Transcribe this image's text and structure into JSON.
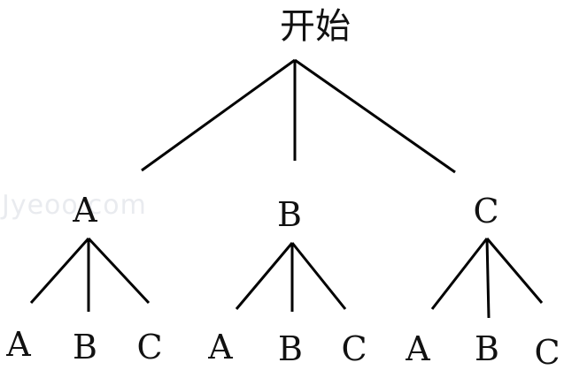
{
  "root": {
    "label": "开始"
  },
  "level1": [
    {
      "label": "A",
      "children": [
        "A",
        "B",
        "C"
      ]
    },
    {
      "label": "B",
      "children": [
        "A",
        "B",
        "C"
      ]
    },
    {
      "label": "C",
      "children": [
        "A",
        "B",
        "C"
      ]
    }
  ],
  "watermark": "Jyeoo.com",
  "colors": {
    "line": "#000000",
    "text": "#111111"
  }
}
